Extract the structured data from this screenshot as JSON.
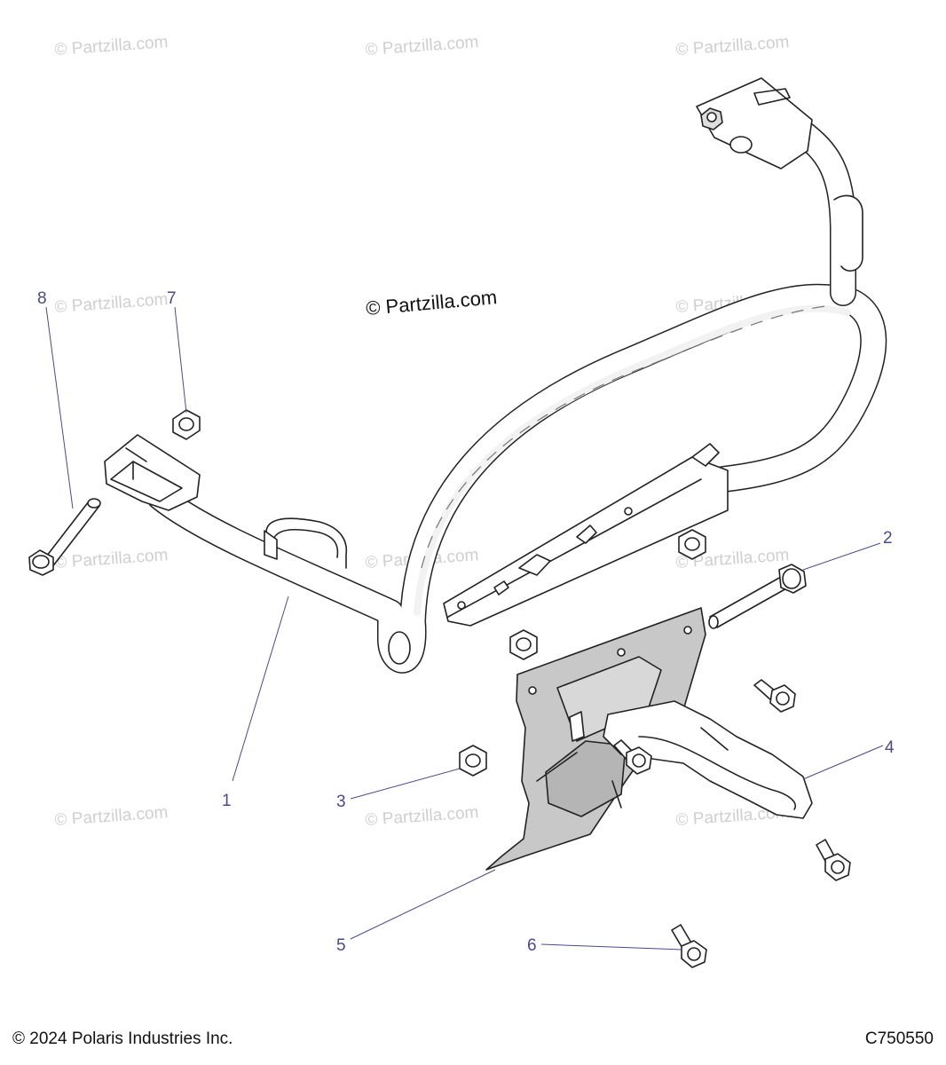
{
  "watermark": "© Partzilla.com",
  "center_watermark": "© Partzilla.com",
  "callouts": [
    "1",
    "2",
    "3",
    "4",
    "5",
    "6",
    "7",
    "8"
  ],
  "footer": {
    "copyright": "© 2024 Polaris Industries Inc.",
    "diagram_code": "C750550"
  }
}
